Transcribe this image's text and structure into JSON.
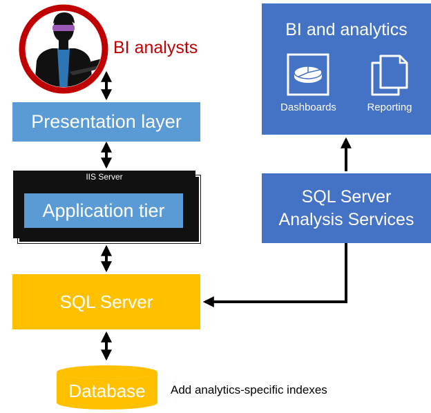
{
  "analyst": {
    "label": "BI analysts",
    "icon": "analyst-with-laptop-icon"
  },
  "presentation": {
    "label": "Presentation layer"
  },
  "iis": {
    "label": "IIS Server",
    "app_tier_label": "Application tier"
  },
  "sql": {
    "label": "SQL Server"
  },
  "database": {
    "label": "Database",
    "note": "Add analytics-specific indexes"
  },
  "bi": {
    "title": "BI and analytics",
    "items": [
      {
        "label": "Dashboards",
        "icon": "pie-chart-icon"
      },
      {
        "label": "Reporting",
        "icon": "documents-icon"
      }
    ]
  },
  "ssas": {
    "line1": "SQL Server",
    "line2": "Analysis Services"
  },
  "colors": {
    "light_blue": "#5b9bd5",
    "dark_blue": "#4472c4",
    "sql_yellow": "#ffc000",
    "iis_black": "#111111",
    "analyst_red": "#c00000"
  }
}
